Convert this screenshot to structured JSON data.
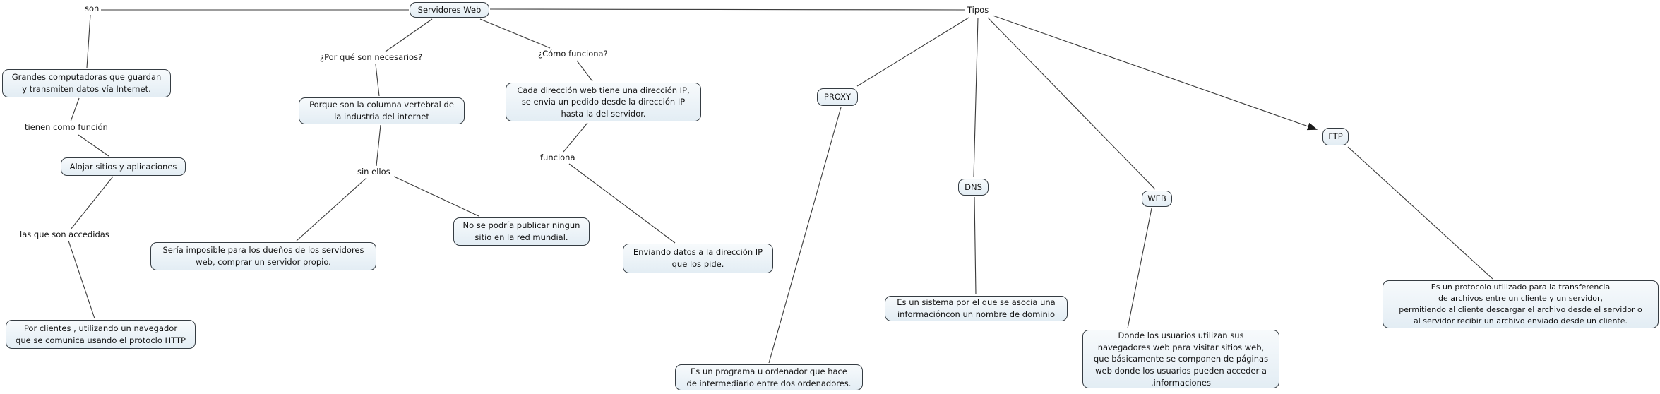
{
  "map": {
    "title": "Servidores Web"
  },
  "colors": {
    "background": "#ffffff",
    "node_fill_top": "#f7fafc",
    "node_fill_bottom": "#e3edf4",
    "node_border": "#353c42",
    "connector": "#3a3a3a",
    "arrowhead": "#1a1a1a",
    "text": "#121212"
  },
  "concepts": [
    {
      "id": "servidores-web",
      "label": "Servidores Web"
    },
    {
      "id": "grandes-computadoras",
      "label": "Grandes computadoras que guardan\ny transmiten datos vía Internet."
    },
    {
      "id": "alojar-sitios",
      "label": "Alojar sitios y aplicaciones"
    },
    {
      "id": "por-clientes",
      "label": "Por clientes , utilizando un navegador\nque se comunica usando el protoclo HTTP"
    },
    {
      "id": "porque-columna",
      "label": "Porque son la columna vertebral de\nla industria del internet"
    },
    {
      "id": "seria-imposible",
      "label": "Sería imposible para los dueños de los servidores\nweb, comprar un servidor propio."
    },
    {
      "id": "no-se-podria",
      "label": "No se podría publicar ningun\nsitio en la red mundial."
    },
    {
      "id": "cada-direccion",
      "label": "Cada dirección web tiene una dirección IP,\nse envia un pedido desde la dirección IP\nhasta la del servidor."
    },
    {
      "id": "enviando-datos",
      "label": "Enviando datos a la dirección IP\nque los pide."
    },
    {
      "id": "proxy",
      "label": "PROXY"
    },
    {
      "id": "dns",
      "label": "DNS"
    },
    {
      "id": "web",
      "label": "WEB"
    },
    {
      "id": "ftp",
      "label": "FTP"
    },
    {
      "id": "es-un-programa",
      "label": "Es un programa u ordenador que hace\nde intermediario entre dos ordenadores."
    },
    {
      "id": "es-un-sistema",
      "label": "Es un sistema por el que se asocia una\ninformacióncon un nombre de dominio"
    },
    {
      "id": "donde-usuarios",
      "label": "Donde los usuarios utilizan sus\nnavegadores web para visitar sitios web,\nque básicamente se componen de páginas\nweb donde los usuarios pueden acceder a\n.informaciones"
    },
    {
      "id": "es-un-protocolo",
      "label": "Es un protocolo utilizado para la transferencia\nde archivos entre un cliente y un servidor,\npermitiendo al cliente descargar el archivo desde el servidor o\nal servidor recibir un archivo enviado desde un cliente."
    }
  ],
  "linking_phrases": [
    {
      "id": "son",
      "label": "son"
    },
    {
      "id": "tienen-como-funcion",
      "label": "tienen como función"
    },
    {
      "id": "las-que-son-accedidas",
      "label": "las que son accedidas"
    },
    {
      "id": "por-que-son-necesarios",
      "label": "¿Por qué son necesarios?"
    },
    {
      "id": "sin-ellos",
      "label": "sin ellos"
    },
    {
      "id": "como-funciona",
      "label": "¿Cómo funciona?"
    },
    {
      "id": "funciona",
      "label": "funciona"
    },
    {
      "id": "tipos",
      "label": "Tipos"
    }
  ]
}
